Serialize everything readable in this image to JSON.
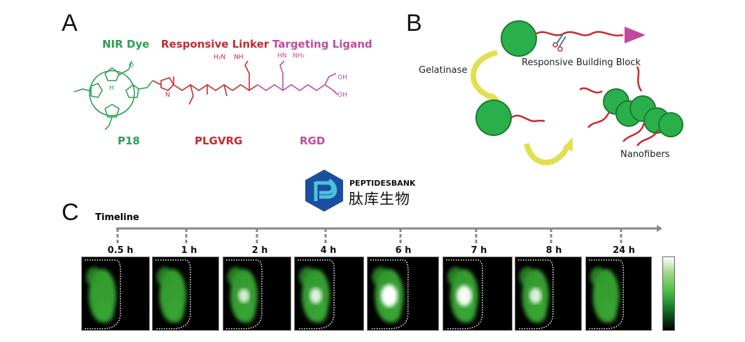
{
  "panel_a": {
    "letter": "A",
    "headings": {
      "dye": "NIR Dye",
      "linker": "Responsive Linker",
      "ligand": "Targeting Ligand"
    },
    "captions": {
      "dye": "P18",
      "linker": "PLGVRG",
      "ligand": "RGD"
    },
    "atoms": {
      "h2n": "H₂N",
      "nh": "NH",
      "hn": "HN",
      "nh2": "NH₂",
      "oh": "OH",
      "o": "O",
      "n": "N",
      "h": "H"
    }
  },
  "panel_b": {
    "letter": "B",
    "enzyme_label": "Gelatinase",
    "block_label": "Responsive Building Block",
    "fiber_label": "Nanofibers"
  },
  "logo": {
    "brand_en": "PEPTIDESBANK",
    "brand_cn": "肽库生物"
  },
  "panel_c": {
    "letter": "C",
    "timeline_label": "Timeline",
    "timepoints": [
      "0.5 h",
      "1 h",
      "2 h",
      "4 h",
      "6 h",
      "7 h",
      "8 h",
      "24 h"
    ],
    "hotspot_intensity": [
      0,
      0,
      0.5,
      0.6,
      1.0,
      0.9,
      0.6,
      0
    ]
  },
  "colors": {
    "green": "#2aa052",
    "red": "#c8292e",
    "pink": "#c04a9e",
    "logo_blue": "#1a4fa0",
    "logo_cyan": "#4ec3d8"
  }
}
